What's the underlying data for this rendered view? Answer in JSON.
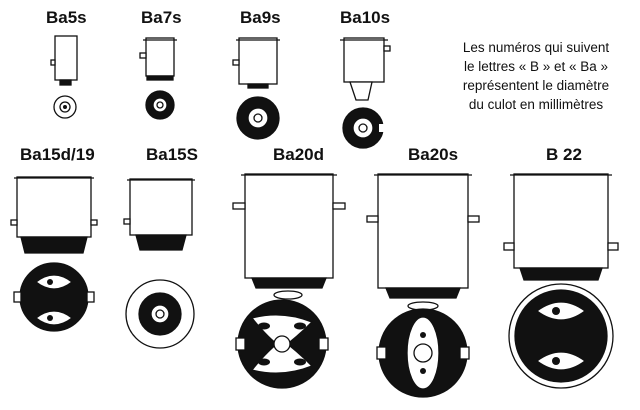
{
  "colors": {
    "ink": "#111111",
    "paper": "#ffffff"
  },
  "bulbs": [
    {
      "label": "Ba5s"
    },
    {
      "label": "Ba7s"
    },
    {
      "label": "Ba9s"
    },
    {
      "label": "Ba10s"
    },
    {
      "label": "Ba15d/19"
    },
    {
      "label": "Ba15S"
    },
    {
      "label": "Ba20d"
    },
    {
      "label": "Ba20s"
    },
    {
      "label": "B 22"
    }
  ],
  "note": {
    "lines": [
      "Les numéros qui suivent",
      "le lettres « B » et « Ba »",
      "représentent le diamètre",
      "du culot en millimètres"
    ]
  }
}
